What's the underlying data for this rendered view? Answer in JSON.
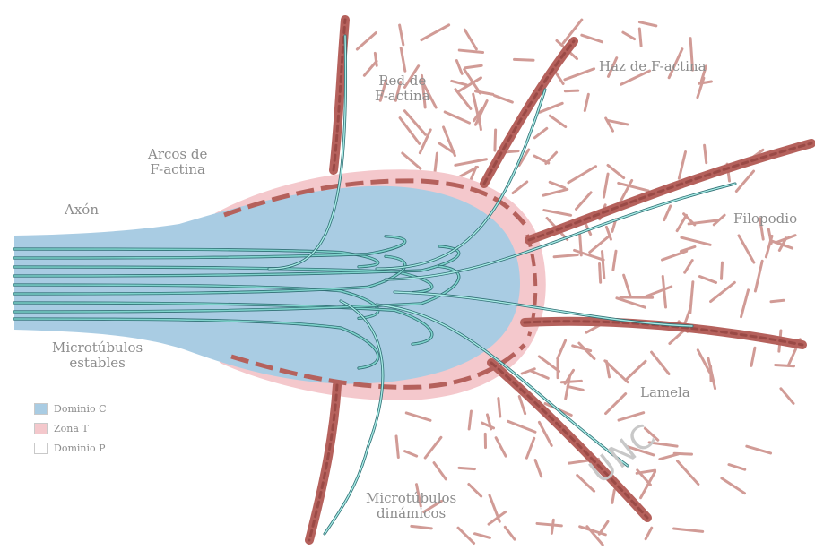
{
  "labels": {
    "red_factina": [
      "Red de",
      "F-actina"
    ],
    "haz_factina": "Haz de F-actina",
    "arcos_factina": [
      "Arcos de",
      "F-actina"
    ],
    "axon": "Axón",
    "filopodio": "Filopodio",
    "microtubulos_estables": [
      "Microtúbulos",
      "estables"
    ],
    "lamela": "Lamela",
    "microtubulos_dinamicos": [
      "Microtúbulos",
      "dinámicos"
    ]
  },
  "legend": [
    {
      "label": "Dominio C",
      "color": "#a9cce3"
    },
    {
      "label": "Zona T",
      "color": "#f4c8cc"
    },
    {
      "label": "Dominio P",
      "color": "#ffffff"
    }
  ],
  "watermark": "UNC",
  "colors": {
    "domain_c": "#a9cce3",
    "zone_t": "#f4c8cc",
    "actin": "#b5615c",
    "actin_mesh": "#c98a84",
    "microtubule": "#7fd3cc",
    "microtubule_dark": "#2f6f74"
  }
}
